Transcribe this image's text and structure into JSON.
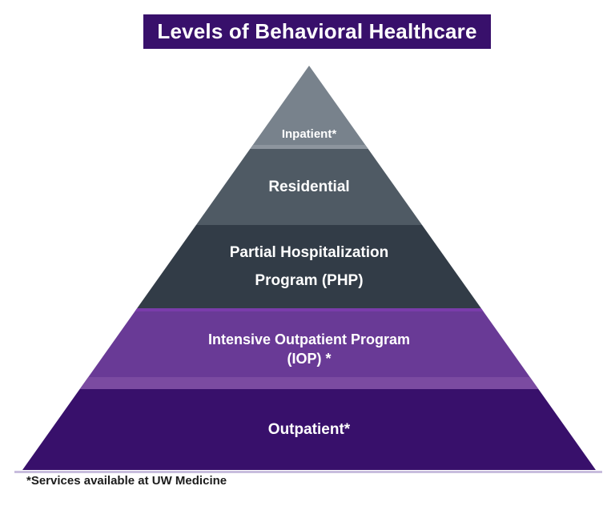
{
  "slide": {
    "title": "Levels of Behavioral Healthcare",
    "footnote": "*Services available at UW Medicine"
  },
  "colors": {
    "title_bg": "#38106B",
    "title_text": "#FFFFFF",
    "label_text": "#FFFFFF",
    "footnote_text": "#1C1C1C",
    "base_line": "#C8BDDD"
  },
  "pyramid": {
    "levels": [
      {
        "label": "Inpatient*",
        "lines": [
          "Inpatient*"
        ],
        "color": "#78828C",
        "edge_bottom": "#8D959E"
      },
      {
        "label": "Residential",
        "lines": [
          "Residential"
        ],
        "color": "#4F5A64"
      },
      {
        "label": "Partial Hospitalization Program (PHP)",
        "lines": [
          "Partial Hospitalization",
          "Program (PHP)"
        ],
        "color": "#323C47"
      },
      {
        "label": "Intensive Outpatient Program (IOP) *",
        "lines": [
          "Intensive Outpatient Program",
          "(IOP) *"
        ],
        "color": "#693A96",
        "edge_top": "#7A3CAB",
        "edge_bottom": "#7B4BA1"
      },
      {
        "label": "Outpatient*",
        "lines": [
          "Outpatient*"
        ],
        "color": "#38106B"
      }
    ]
  },
  "chart_data": {
    "type": "pyramid",
    "title": "Levels of Behavioral Healthcare",
    "levels_top_to_bottom": [
      "Inpatient*",
      "Residential",
      "Partial Hospitalization Program (PHP)",
      "Intensive Outpatient Program (IOP) *",
      "Outpatient*"
    ],
    "annotation": "*Services available at UW Medicine"
  }
}
